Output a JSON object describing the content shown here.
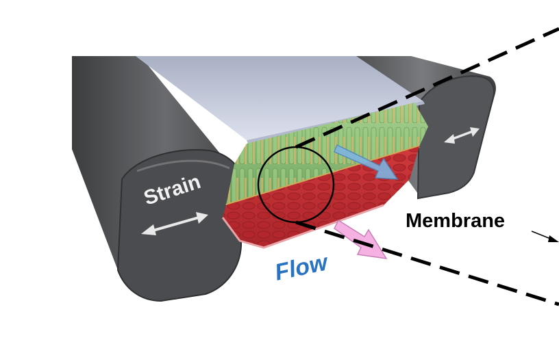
{
  "labels": {
    "strain": "Strain",
    "flow": "Flow",
    "membrane": "Membrane"
  },
  "colors": {
    "chamber_dark": "#4a4b4d",
    "channel_light": "#c9cfe0",
    "epithelium_green": "#8fc27a",
    "endothelium_red": "#c62f33",
    "upper_flow_arrow": "#6fa8d8",
    "lower_flow_arrow": "#f2a6de",
    "flow_text": "#2a73c2",
    "strain_text": "#f2f2f2"
  }
}
